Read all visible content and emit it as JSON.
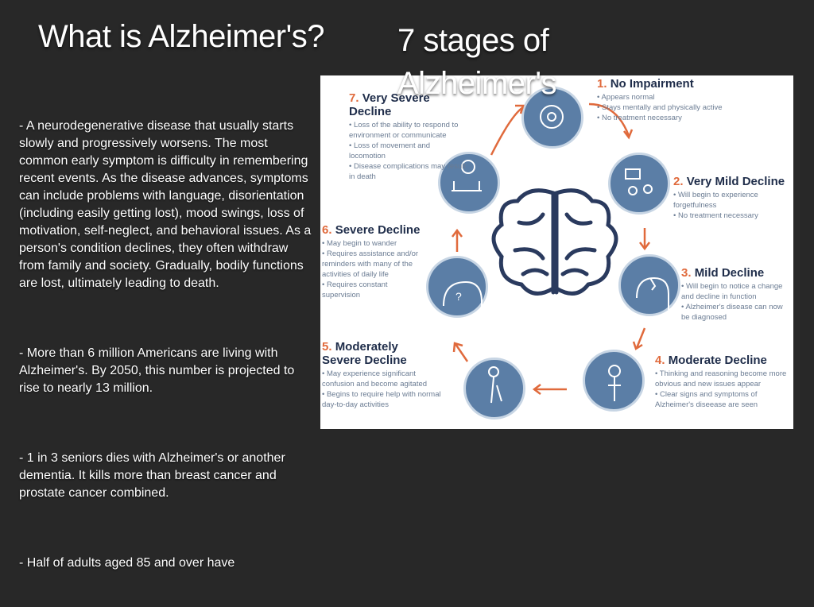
{
  "title_left": "What is Alzheimer's?",
  "title_right": "7 stages of Alzheimer's",
  "paragraphs": [
    "- A neurodegenerative disease that usually starts slowly and progressively worsens. The most common early symptom is difficulty in remembering recent events. As the disease advances, symptoms can include problems with language, disorientation (including easily getting lost), mood swings, loss of motivation, self-neglect, and behavioral issues. As a person's condition declines, they often withdraw from family and society. Gradually, bodily functions are lost, ultimately leading to death.",
    "- More than 6 million Americans are living with Alzheimer's. By 2050, this number is projected to rise to nearly 13 million.",
    "- 1 in 3 seniors dies with Alzheimer's or another dementia. It kills more than breast cancer and prostate cancer combined.",
    "- Half of adults aged 85 and over have"
  ],
  "stages": {
    "s1": {
      "num": "1.",
      "title": "No Impairment",
      "items": [
        "Appears normal",
        "Stays mentally and physically active",
        "No treatment necessary"
      ]
    },
    "s2": {
      "num": "2.",
      "title": "Very Mild Decline",
      "items": [
        "Will begin to experience forgetfulness",
        "No treatment necessary"
      ]
    },
    "s3": {
      "num": "3.",
      "title": "Mild Decline",
      "items": [
        "Will begin to notice a change and decline in function",
        "Alzheimer's disease can now be diagnosed"
      ]
    },
    "s4": {
      "num": "4.",
      "title": "Moderate Decline",
      "items": [
        "Thinking and reasoning become more obvious and new issues appear",
        "Clear signs and symptoms of Alzheimer's diseease are seen"
      ]
    },
    "s5": {
      "num": "5.",
      "title1": "Moderately",
      "title2": "Severe Decline",
      "items": [
        "May experience significant confusion and become agitated",
        "Begins to require help with normal day-to-day activities"
      ]
    },
    "s6": {
      "num": "6.",
      "title": "Severe Decline",
      "items": [
        "May begin to wander",
        "Requires assistance and/or reminders with many of the activities of daily life",
        "Requires constant supervision"
      ]
    },
    "s7": {
      "num": "7.",
      "title": "Very Severe Decline",
      "items": [
        "Loss of the ability to respond to environment or communicate",
        "Loss of movement and locomotion",
        "Disease complications may result in death"
      ]
    }
  },
  "colors": {
    "background": "#282828",
    "circle": "#5b7ea6",
    "arrow": "#e06a3c",
    "stage_title": "#1f2d4a"
  }
}
